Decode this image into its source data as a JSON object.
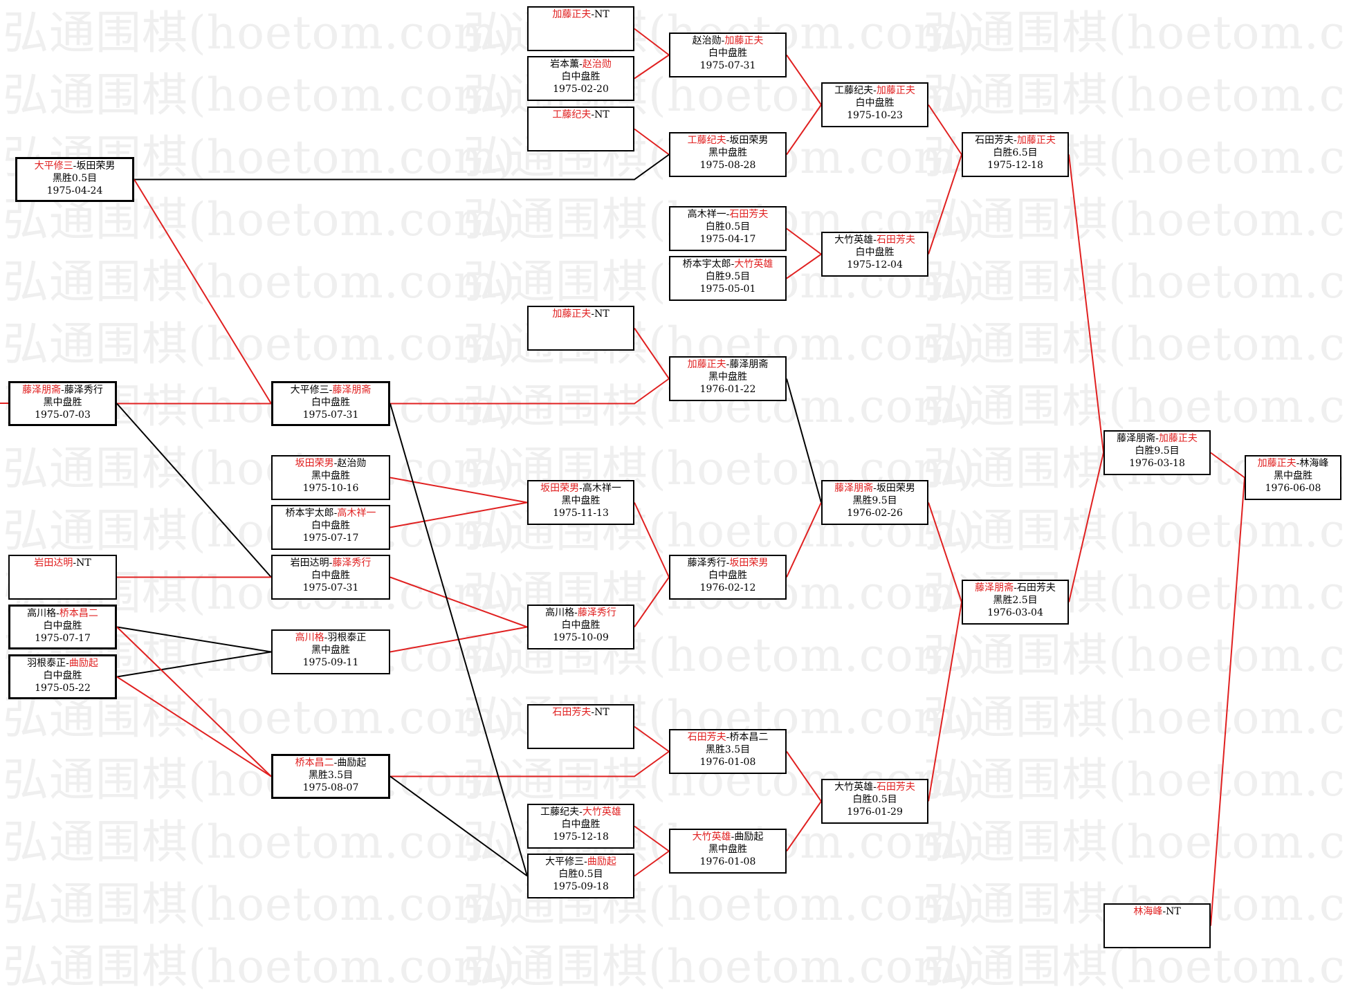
{
  "watermark": "弘通围棋(hoetom.com)",
  "colors": {
    "win": "#e02020",
    "line_win": "#e02020",
    "line_loss": "#000000",
    "border": "#000000"
  },
  "games": [
    {
      "id": "g1",
      "p1": "加藤正夫",
      "p2": "NT",
      "winner": 1,
      "result": "",
      "date": ""
    },
    {
      "id": "g2",
      "p1": "岩本薰",
      "p2": "赵治勋",
      "winner": 2,
      "result": "白中盘胜",
      "date": "1975-02-20"
    },
    {
      "id": "g3",
      "p1": "工藤纪夫",
      "p2": "NT",
      "winner": 1,
      "result": "",
      "date": ""
    },
    {
      "id": "g4",
      "p1": "赵治勋",
      "p2": "加藤正夫",
      "winner": 2,
      "result": "白中盘胜",
      "date": "1975-07-31"
    },
    {
      "id": "g5",
      "p1": "工藤纪夫",
      "p2": "坂田荣男",
      "winner": 1,
      "result": "黑中盘胜",
      "date": "1975-08-28"
    },
    {
      "id": "g6",
      "p1": "工藤纪夫",
      "p2": "加藤正夫",
      "winner": 2,
      "result": "白中盘胜",
      "date": "1975-10-23"
    },
    {
      "id": "g7",
      "p1": "大平修三",
      "p2": "坂田荣男",
      "winner": 1,
      "result": "黑胜0.5目",
      "date": "1975-04-24"
    },
    {
      "id": "g8",
      "p1": "高木祥一",
      "p2": "石田芳夫",
      "winner": 2,
      "result": "白胜0.5目",
      "date": "1975-04-17"
    },
    {
      "id": "g9",
      "p1": "桥本宇太郎",
      "p2": "大竹英雄",
      "winner": 2,
      "result": "白胜9.5目",
      "date": "1975-05-01"
    },
    {
      "id": "g10",
      "p1": "大竹英雄",
      "p2": "石田芳夫",
      "winner": 2,
      "result": "白中盘胜",
      "date": "1975-12-04"
    },
    {
      "id": "g11",
      "p1": "石田芳夫",
      "p2": "加藤正夫",
      "winner": 2,
      "result": "白胜6.5目",
      "date": "1975-12-18"
    },
    {
      "id": "g12",
      "p1": "加藤正夫",
      "p2": "NT",
      "winner": 1,
      "result": "",
      "date": ""
    },
    {
      "id": "g13",
      "p1": "加藤正夫",
      "p2": "藤泽朋斋",
      "winner": 1,
      "result": "黑中盘胜",
      "date": "1976-01-22"
    },
    {
      "id": "g14",
      "p1": "藤泽朋斋",
      "p2": "藤泽秀行",
      "winner": 1,
      "result": "黑中盘胜",
      "date": "1975-07-03"
    },
    {
      "id": "g15",
      "p1": "大平修三",
      "p2": "藤泽朋斋",
      "winner": 2,
      "result": "白中盘胜",
      "date": "1975-07-31"
    },
    {
      "id": "g16",
      "p1": "坂田荣男",
      "p2": "赵治勋",
      "winner": 1,
      "result": "黑中盘胜",
      "date": "1975-10-16"
    },
    {
      "id": "g17",
      "p1": "桥本宇太郎",
      "p2": "高木祥一",
      "winner": 2,
      "result": "白中盘胜",
      "date": "1975-07-17"
    },
    {
      "id": "g18",
      "p1": "坂田荣男",
      "p2": "高木祥一",
      "winner": 1,
      "result": "黑中盘胜",
      "date": "1975-11-13"
    },
    {
      "id": "g19",
      "p1": "岩田达明",
      "p2": "NT",
      "winner": 1,
      "result": "",
      "date": ""
    },
    {
      "id": "g20",
      "p1": "岩田达明",
      "p2": "藤泽秀行",
      "winner": 2,
      "result": "白中盘胜",
      "date": "1975-07-31"
    },
    {
      "id": "g21",
      "p1": "高川格",
      "p2": "桥本昌二",
      "winner": 2,
      "result": "白中盘胜",
      "date": "1975-07-17"
    },
    {
      "id": "g22",
      "p1": "羽根泰正",
      "p2": "曲励起",
      "winner": 2,
      "result": "白中盘胜",
      "date": "1975-05-22"
    },
    {
      "id": "g23",
      "p1": "高川格",
      "p2": "羽根泰正",
      "winner": 1,
      "result": "黑中盘胜",
      "date": "1975-09-11"
    },
    {
      "id": "g24",
      "p1": "高川格",
      "p2": "藤泽秀行",
      "winner": 2,
      "result": "白中盘胜",
      "date": "1975-10-09"
    },
    {
      "id": "g25",
      "p1": "藤泽秀行",
      "p2": "坂田荣男",
      "winner": 2,
      "result": "白中盘胜",
      "date": "1976-02-12"
    },
    {
      "id": "g26",
      "p1": "藤泽朋斋",
      "p2": "坂田荣男",
      "winner": 1,
      "result": "黑胜9.5目",
      "date": "1976-02-26"
    },
    {
      "id": "g27",
      "p1": "藤泽朋斋",
      "p2": "石田芳夫",
      "winner": 1,
      "result": "黑胜2.5目",
      "date": "1976-03-04"
    },
    {
      "id": "g28",
      "p1": "藤泽朋斋",
      "p2": "加藤正夫",
      "winner": 2,
      "result": "白胜9.5目",
      "date": "1976-03-18"
    },
    {
      "id": "g29",
      "p1": "加藤正夫",
      "p2": "林海峰",
      "winner": 1,
      "result": "黑中盘胜",
      "date": "1976-06-08"
    },
    {
      "id": "g30",
      "p1": "石田芳夫",
      "p2": "NT",
      "winner": 1,
      "result": "",
      "date": ""
    },
    {
      "id": "g31",
      "p1": "石田芳夫",
      "p2": "桥本昌二",
      "winner": 1,
      "result": "黑胜3.5目",
      "date": "1976-01-08"
    },
    {
      "id": "g32",
      "p1": "桥本昌二",
      "p2": "曲励起",
      "winner": 1,
      "result": "黑胜3.5目",
      "date": "1975-08-07"
    },
    {
      "id": "g33",
      "p1": "工藤纪夫",
      "p2": "大竹英雄",
      "winner": 2,
      "result": "白中盘胜",
      "date": "1975-12-18"
    },
    {
      "id": "g34",
      "p1": "大平修三",
      "p2": "曲励起",
      "winner": 2,
      "result": "白胜0.5目",
      "date": "1975-09-18"
    },
    {
      "id": "g35",
      "p1": "大竹英雄",
      "p2": "曲励起",
      "winner": 1,
      "result": "黑中盘胜",
      "date": "1976-01-08"
    },
    {
      "id": "g36",
      "p1": "大竹英雄",
      "p2": "石田芳夫",
      "winner": 2,
      "result": "白胜0.5目",
      "date": "1976-01-29"
    },
    {
      "id": "g37",
      "p1": "林海峰",
      "p2": "NT",
      "winner": 1,
      "result": "",
      "date": ""
    }
  ]
}
